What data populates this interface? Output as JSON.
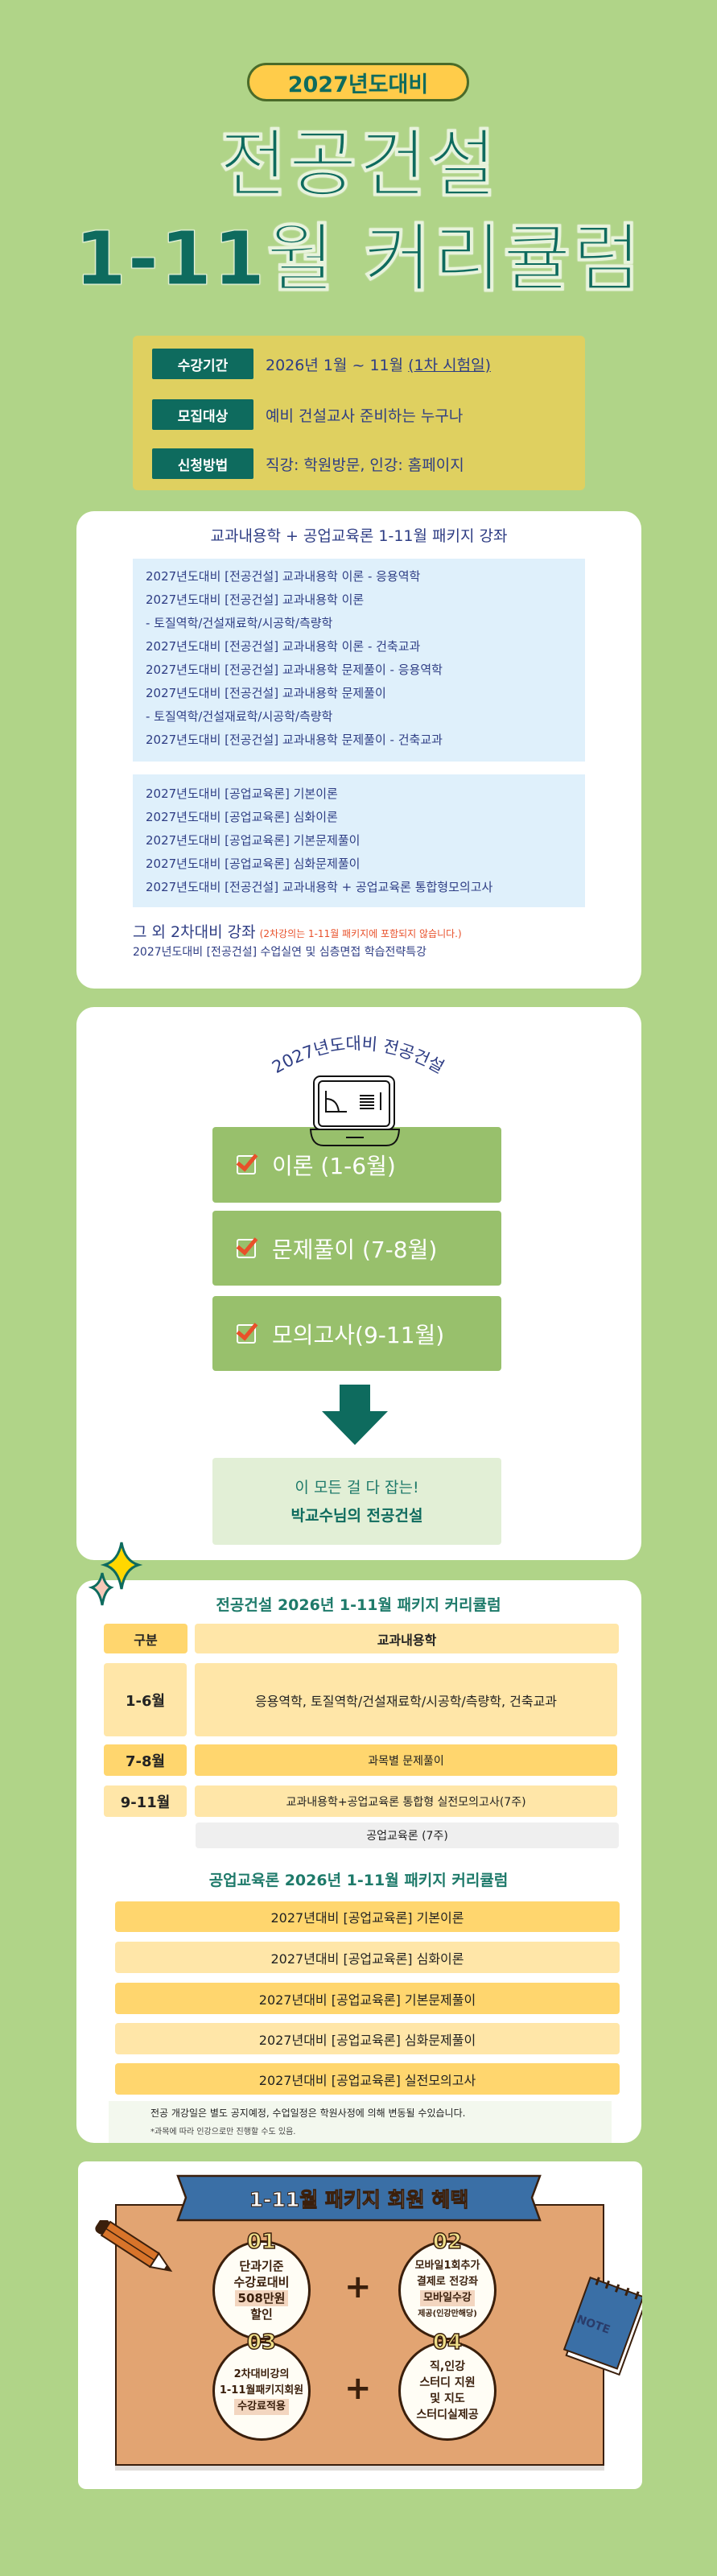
{
  "header": {
    "badge": "2027년도대비",
    "title_line1": "전공건설",
    "title_line2": "1-11월 커리큘럼"
  },
  "info": [
    {
      "label": "수강기간",
      "value": "2026년 1월 ~ 11월",
      "value_link": "(1차 시험일)"
    },
    {
      "label": "모집대상",
      "value": "예비 건설교사 준비하는 누구나"
    },
    {
      "label": "신청방법",
      "value": "직강: 학원방문, 인강: 홈페이지"
    }
  ],
  "package": {
    "title": "교과내용학 + 공업교육론 1-11월 패키지 강좌",
    "group1": [
      "2027년도대비 [전공건설] 교과내용학 이론 - 응용역학",
      "2027년도대비 [전공건설] 교과내용학 이론",
      "- 토질역학/건설재료학/시공학/측량학",
      "2027년도대비 [전공건설] 교과내용학 이론 - 건축교과",
      "2027년도대비 [전공건설] 교과내용학 문제풀이 - 응용역학",
      "2027년도대비 [전공건설] 교과내용학 문제풀이",
      "- 토질역학/건설재료학/시공학/측량학",
      "2027년도대비 [전공건설] 교과내용학 문제풀이 - 건축교과"
    ],
    "group2": [
      "2027년도대비 [공업교육론] 기본이론",
      "2027년도대비 [공업교육론] 심화이론",
      "2027년도대비 [공업교육론] 기본문제풀이",
      "2027년도대비 [공업교육론] 심화문제풀이",
      "2027년도대비 [전공건설] 교과내용학 + 공업교육론 통합형모의고사"
    ],
    "extra_title": "그 외 2차대비 강좌",
    "extra_note": "(2차강의는 1-11월 패키지에 포함되지 않습니다.)",
    "extra_item": "2027년도대비 [전공건설] 수업실연 및 심층면접 학습전략특강"
  },
  "flow": {
    "arc_title": "2027년도대비 전공건설",
    "steps": [
      "이론 (1-6월)",
      "문제풀이 (7-8월)",
      "모의고사(9-11월)"
    ],
    "result_line1": "이 모든 걸 다 잡는!",
    "result_line2": "박교수님의 전공건설"
  },
  "curriculum": {
    "title": "전공건설 2026년 1-11월 패키지 커리큘럼",
    "header": [
      "구분",
      "교과내용학"
    ],
    "rows": [
      {
        "period": "1-6월",
        "content": "응용역학, 토질역학/건설재료학/시공학/측량학, 건축교과"
      },
      {
        "period": "7-8월",
        "content": "과목별 문제풀이"
      },
      {
        "period": "9-11월",
        "content": "교과내용학+공업교육론 통합형 실전모의고사(7주)"
      }
    ],
    "extra_row": "공업교육론 (7주)",
    "sub_title": "공업교육론 2026년 1-11월 패키지 커리큘럼",
    "sub_rows": [
      "2027년대비 [공업교육론] 기본이론",
      "2027년대비 [공업교육론] 심화이론",
      "2027년대비 [공업교육론] 기본문제풀이",
      "2027년대비 [공업교육론] 심화문제풀이",
      "2027년대비 [공업교육론] 실전모의고사"
    ],
    "note1": "전공 개강일은 별도 공지예정, 수업일정은 학원사정에 의해 변동될 수있습니다.",
    "note2": "*과목에 따라 인강으로만 진행할 수도 있음."
  },
  "benefits": {
    "banner": "1-11월 패키지 회원 혜택",
    "plus": "+",
    "note_label": "NOTE",
    "items": [
      {
        "num": "01",
        "lines": [
          "단과기준",
          "수강료대비"
        ],
        "highlight": "508만원",
        "after": "할인"
      },
      {
        "num": "02",
        "lines": [
          "모바일1회추가",
          "결제로 전강좌"
        ],
        "highlight": "모바일수강",
        "after": "제공(인강만해당)"
      },
      {
        "num": "03",
        "lines": [
          "2차대비강의",
          "1-11월패키지회원"
        ],
        "highlight": "수강료적용",
        "after": ""
      },
      {
        "num": "04",
        "lines": [
          "직,인강",
          "스터디 지원",
          "및 지도",
          "스터디실제공"
        ],
        "highlight": "",
        "after": ""
      }
    ]
  },
  "colors": {
    "bg": "#b0d488",
    "brand": "#0e6b5e",
    "navy": "#2e3d84",
    "accent_red": "#e8502a"
  }
}
